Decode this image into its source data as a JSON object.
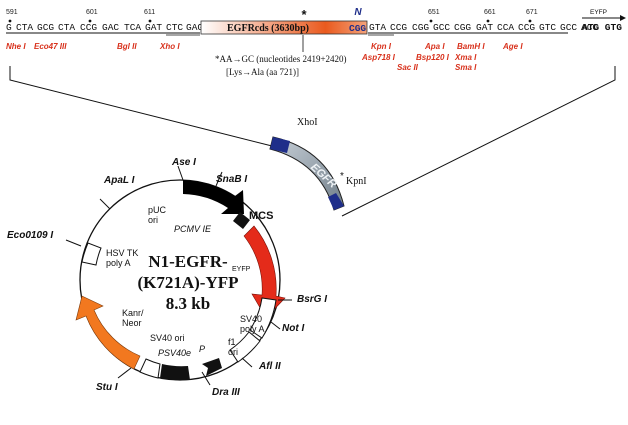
{
  "sequence": {
    "positions": [
      "591",
      "601",
      "611",
      "651",
      "661",
      "671"
    ],
    "codons_left": [
      "G",
      "CTA",
      "GCG",
      "CTA",
      "CCG",
      "GAC",
      "TCA",
      "GAT",
      "CTC",
      "GAG"
    ],
    "insert_label": "EGFRcds (3630bp)",
    "insert_n": "N",
    "insert_tail": "CGG",
    "codons_right": [
      "GTA",
      "CCG",
      "CGG",
      "GCC",
      "CGG",
      "GAT",
      "CCA",
      "CCG",
      "GTC",
      "GCC",
      "ACC"
    ],
    "start_codon": "ATG GTG",
    "eyfp_label": "EYFP"
  },
  "restriction_sites_top": {
    "left": [
      "Nhe I",
      "Eco47 III",
      "Bgl II",
      "Xho I"
    ],
    "right": [
      "Kpn I",
      "Asp718 I",
      "Sac II",
      "Apa I",
      "Bsp120 I",
      "BamH I",
      "Xma I",
      "Sma I",
      "Age I"
    ]
  },
  "mutation_note": {
    "line1": "*AA→GC (nucleotides 2419+2420)",
    "line2": "[Lys→Ala (aa 721)]"
  },
  "insert_fragment": {
    "label": "EGFR",
    "left_site": "XhoI",
    "right_site": "KpnI"
  },
  "plasmid": {
    "name_line1": "N1-EGFR-",
    "name_line2": "(K721A)-YFP",
    "size": "8.3 kb",
    "features": {
      "puc_ori": "pUC\nori",
      "pcmv": "PCMV IE",
      "mcs": "MCS",
      "eyfp": "EYFP",
      "sv40_polya": "SV40\npoly A",
      "f1_ori": "f1\nori",
      "p": "P",
      "sv40_ori": "SV40 ori",
      "psv40e": "PSV40e",
      "kan_neo": "Kanr/\nNeor",
      "hsv_tk": "HSV TK\npoly A"
    },
    "sites": [
      "Ase I",
      "SnaB I",
      "ApaL I",
      "Eco0109 I",
      "BsrG I",
      "Not I",
      "Afl II",
      "Dra III",
      "Stu I"
    ]
  },
  "colors": {
    "red_site": "#d8311c",
    "egfr_gradient_start": "#ffffff",
    "egfr_gradient_end": "#ea5a1e",
    "egfr_fragment": "#7e8b96",
    "fragment_ends": "#1f2e8a",
    "eyfp": "#e42b1a",
    "kan_neo": "#f2781f",
    "promoter": "#000000"
  }
}
